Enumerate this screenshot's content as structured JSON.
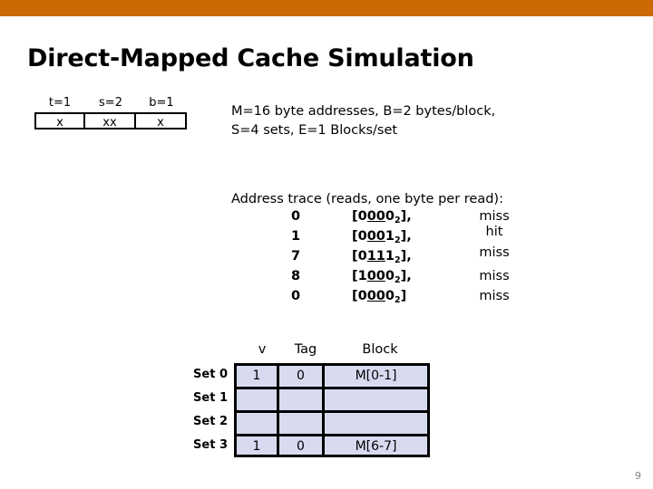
{
  "theme": {
    "band_color": "#cc6905",
    "cell_fill": "#d8dbf0",
    "text_color": "#000000"
  },
  "slide": {
    "title": "Direct-Mapped Cache Simulation",
    "page_number": "9"
  },
  "address_fields": {
    "headers": [
      "t=1",
      "s=2",
      "b=1"
    ],
    "cells": [
      "x",
      "xx",
      "x"
    ]
  },
  "params": {
    "line1": "M=16 byte addresses, B=2 bytes/block,",
    "line2": "S=4 sets, E=1 Blocks/set"
  },
  "trace": {
    "heading": "Address trace (reads, one byte per read):",
    "rows": [
      {
        "dec": "0",
        "bin_pre": "[0",
        "bin_set": "00",
        "bin_post": "0",
        "bin_sub": "2",
        "bin_close": "],",
        "result": "miss"
      },
      {
        "dec": "1",
        "bin_pre": "[0",
        "bin_set": "00",
        "bin_post": "1",
        "bin_sub": "2",
        "bin_close": "],",
        "result": "hit"
      },
      {
        "dec": "7",
        "bin_pre": "[0",
        "bin_set": "11",
        "bin_post": "1",
        "bin_sub": "2",
        "bin_close": "],",
        "result": "miss"
      },
      {
        "dec": "8",
        "bin_pre": "[1",
        "bin_set": "00",
        "bin_post": "0",
        "bin_sub": "2",
        "bin_close": "],",
        "result": "miss"
      },
      {
        "dec": "0",
        "bin_pre": "[0",
        "bin_set": "00",
        "bin_post": "0",
        "bin_sub": "2",
        "bin_close": "]",
        "result": "miss"
      }
    ]
  },
  "cache": {
    "headers": [
      "v",
      "Tag",
      "Block"
    ],
    "rows": [
      {
        "label": "Set 0",
        "v": "1",
        "tag": "0",
        "block": "M[0-1]"
      },
      {
        "label": "Set 1",
        "v": "",
        "tag": "",
        "block": ""
      },
      {
        "label": "Set 2",
        "v": "",
        "tag": "",
        "block": ""
      },
      {
        "label": "Set 3",
        "v": "1",
        "tag": "0",
        "block": "M[6-7]"
      }
    ]
  }
}
